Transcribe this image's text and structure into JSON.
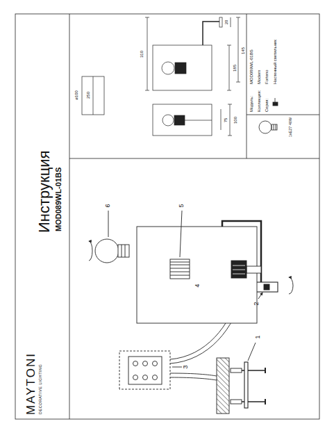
{
  "diagram": {
    "title": "Инструкция",
    "labels": [
      "MOD089WL-01BS",
      "MAYTONI",
      "DECORATIVE LIGHTING",
      "1",
      "2",
      "3",
      "4",
      "5",
      "6",
      "310",
      "185",
      "145",
      "20",
      "100",
      "75",
      "250",
      "ø100",
      "Модель:",
      "MOD089WL-01BS",
      "Коллекция:",
      "Modern",
      "Серия:",
      "Forteno",
      "Настенный светильник",
      "1xE27 40W"
    ]
  }
}
